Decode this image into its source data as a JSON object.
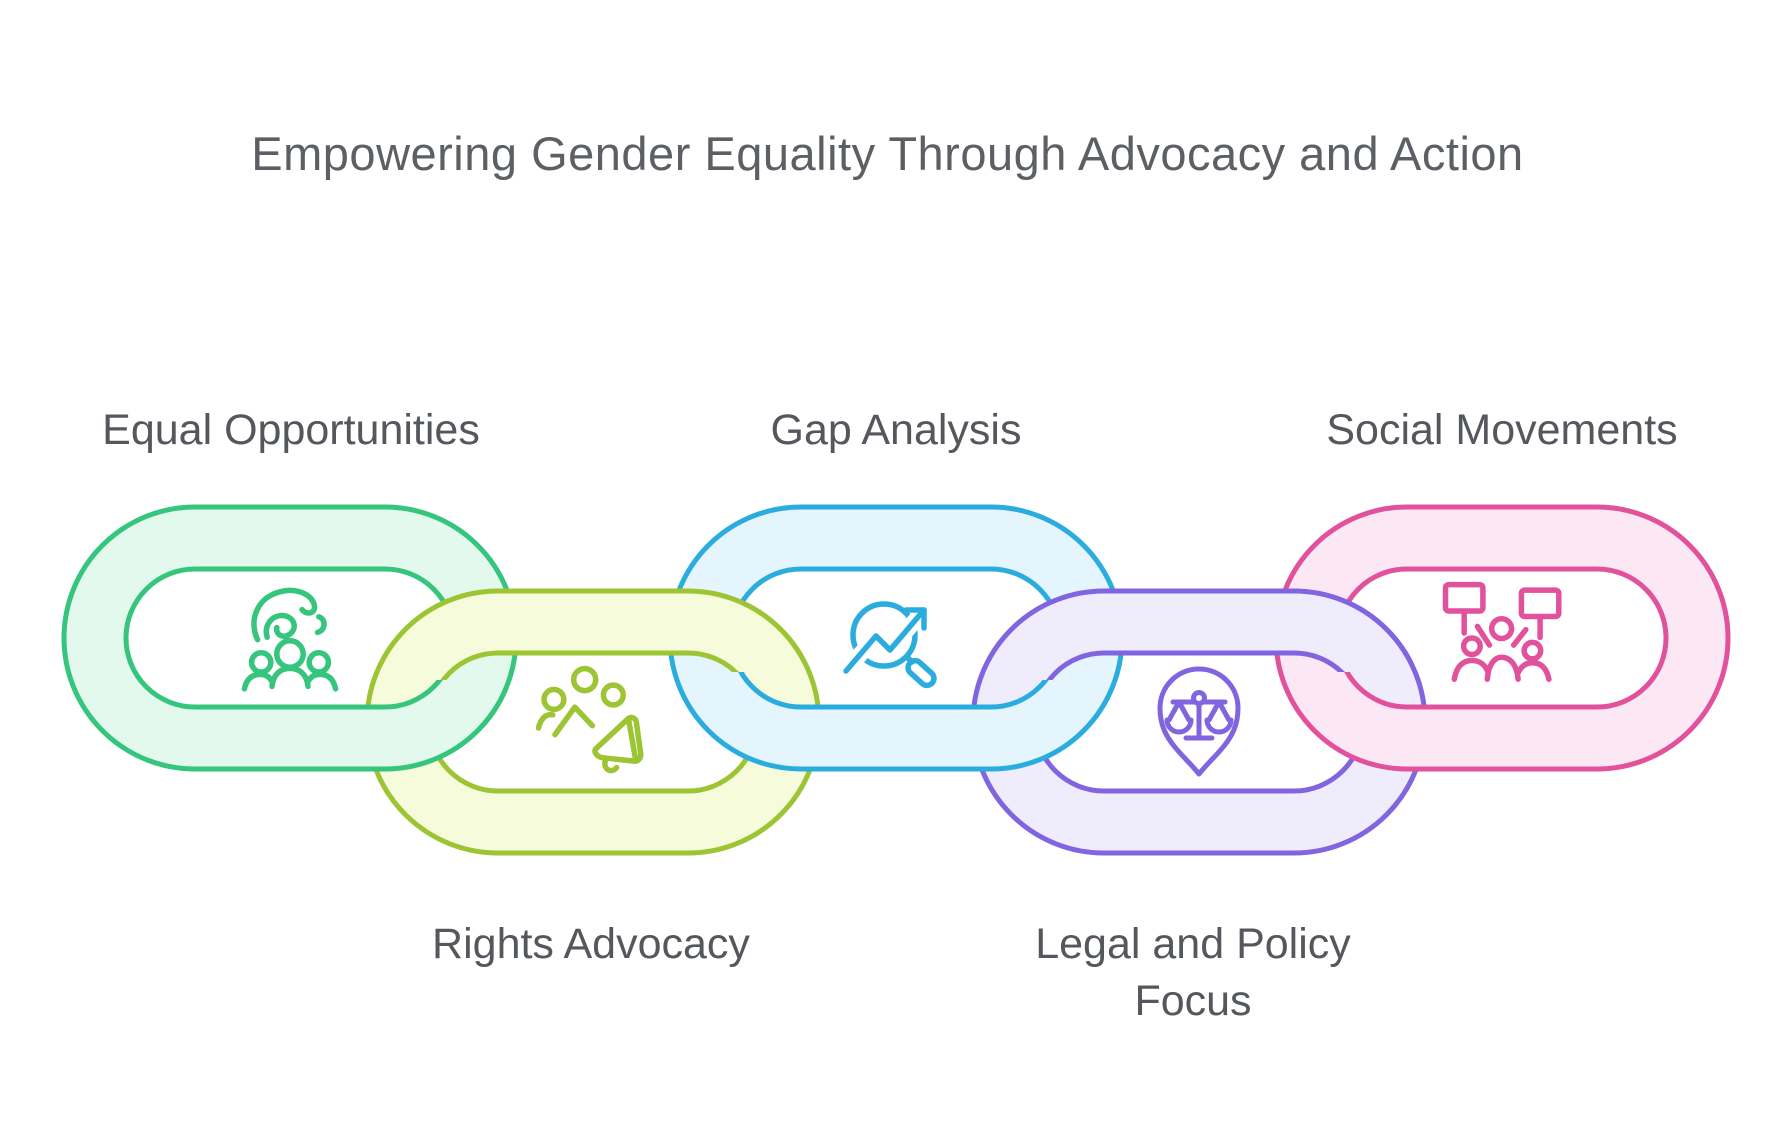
{
  "title": "Empowering Gender Equality Through Advocacy and Action",
  "title_color": "#5c6064",
  "label_color": "#54575c",
  "background": "#ffffff",
  "links": [
    {
      "label": "Equal Opportunities",
      "icon": "hand-over-people",
      "row": "top",
      "color": "#35c57d",
      "tint": "#e3f9ed"
    },
    {
      "label": "Rights Advocacy",
      "icon": "crowd-with-megaphone",
      "row": "bottom",
      "color": "#9cc433",
      "tint": "#f6fbdc"
    },
    {
      "label": "Gap Analysis",
      "icon": "magnifier-trend-arrow",
      "row": "top",
      "color": "#2aacdf",
      "tint": "#e5f5fd"
    },
    {
      "label": "Legal and Policy Focus",
      "icon": "scales-in-location-pin",
      "row": "bottom",
      "color": "#8164df",
      "tint": "#efedfb"
    },
    {
      "label": "Social Movements",
      "icon": "crowd-with-banners",
      "row": "top",
      "color": "#e1519c",
      "tint": "#fce8f4"
    }
  ]
}
